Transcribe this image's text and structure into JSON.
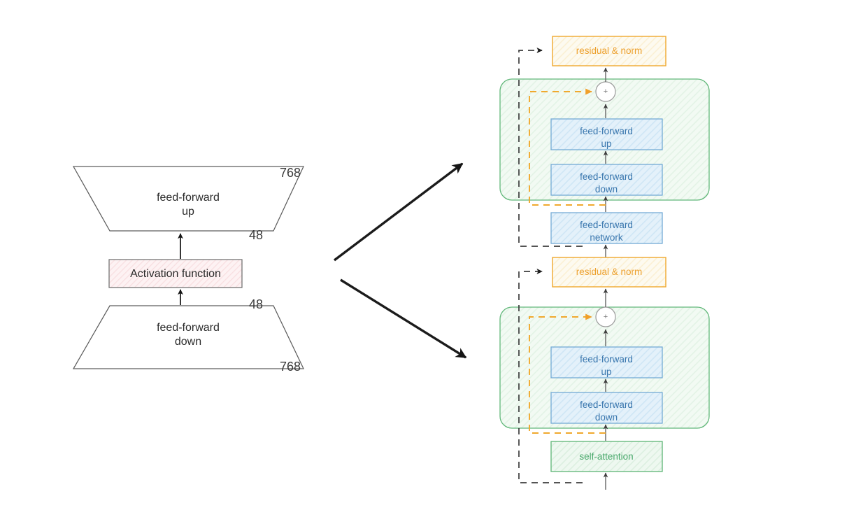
{
  "diagram": {
    "title": "",
    "colors": {
      "blue_border": "#6fa8d4",
      "blue_fill": "#ddeef8",
      "blue_text": "#3a77ae",
      "orange_border": "#f0a92e",
      "orange_fill": "#fdf6e3",
      "orange_text": "#eda12f",
      "green_border": "#62b87a",
      "green_fill": "#eef8ef",
      "green_text": "#4aa96c",
      "pink_fill": "#fdeef0",
      "gray_border": "#6f6f6f",
      "arrow_black": "#1a1a1a"
    },
    "left_panel": {
      "name": "adapter-bottleneck",
      "shapes": [
        {
          "id": "feed-forward-up",
          "kind": "trapezoid-up",
          "line1": "feed-forward",
          "line2": "up",
          "top_dim": "768",
          "bottom_dim": "48"
        },
        {
          "id": "activation-function",
          "kind": "rect",
          "line1": "Activation function",
          "line2": ""
        },
        {
          "id": "feed-forward-down",
          "kind": "trapezoid-down",
          "line1": "feed-forward",
          "line2": "down",
          "top_dim": "48",
          "bottom_dim": "768"
        }
      ]
    },
    "connector_arrows": [
      {
        "id": "arrow-to-upper-block",
        "direction": "up-right"
      },
      {
        "id": "arrow-to-lower-block",
        "direction": "down-right"
      }
    ],
    "right_panel": {
      "upper_block": {
        "id": "feed-forward-transformer-sublayer",
        "residual_norm": "residual & norm",
        "adapter_boxes": [
          {
            "id": "ff-up",
            "line1": "feed-forward",
            "line2": "up"
          },
          {
            "id": "ff-down",
            "line1": "feed-forward",
            "line2": "down"
          }
        ],
        "sublayer": {
          "id": "feed-forward-network",
          "line1": "feed-forward",
          "line2": "network"
        },
        "plus": "+"
      },
      "lower_block": {
        "id": "self-attention-transformer-sublayer",
        "residual_norm": "residual & norm",
        "adapter_boxes": [
          {
            "id": "ff-up",
            "line1": "feed-forward",
            "line2": "up"
          },
          {
            "id": "ff-down",
            "line1": "feed-forward",
            "line2": "down"
          }
        ],
        "sublayer": {
          "id": "self-attention",
          "line1": "self-attention",
          "line2": ""
        },
        "plus": "+"
      }
    }
  }
}
